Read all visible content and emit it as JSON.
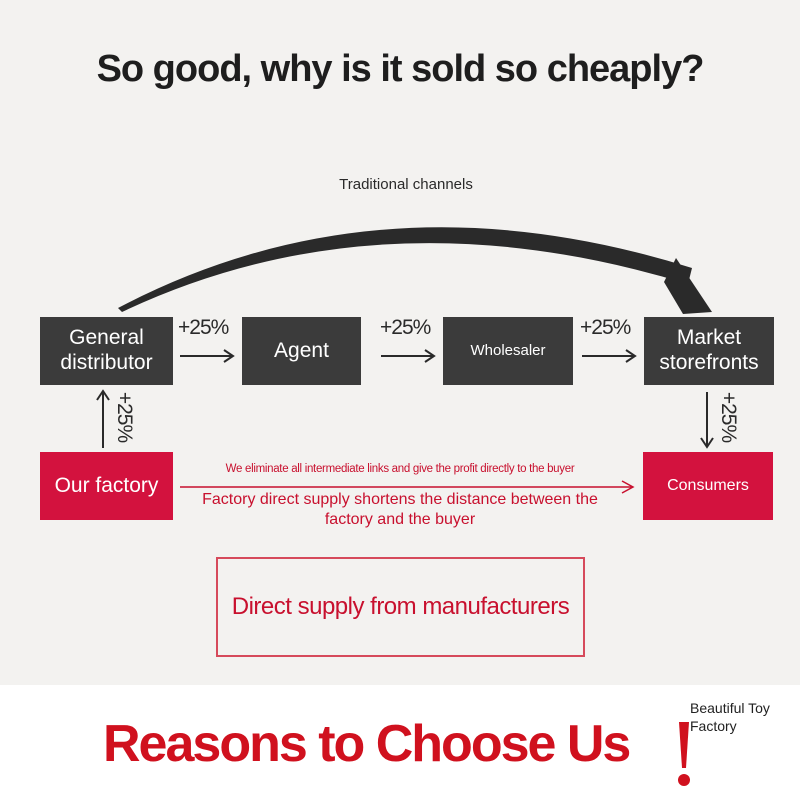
{
  "title": "So good, why is it sold so cheaply?",
  "traditional_label": "Traditional channels",
  "nodes": {
    "general_distributor": "General distributor",
    "agent": "Agent",
    "wholesaler": "Wholesaler",
    "market_storefronts": "Market storefronts",
    "our_factory": "Our factory",
    "consumers": "Consumers"
  },
  "markups": {
    "distributor_to_agent": "+25%",
    "agent_to_wholesaler": "+25%",
    "wholesaler_to_market": "+25%",
    "factory_to_distributor": "+25%",
    "market_to_consumers": "+25%"
  },
  "direct_path": {
    "eliminate_text": "We eliminate all intermediate links and give the profit directly to the buyer",
    "shorten_text": "Factory direct supply shortens the distance between the factory and the buyer"
  },
  "direct_supply_label": "Direct supply from manufacturers",
  "banner": {
    "heading": "Reasons to Choose Us",
    "brand": "Beautiful Toy Factory"
  },
  "colors": {
    "dark_box": "#3b3b3b",
    "red_box": "#d3123e",
    "accent_red": "#c8102e",
    "background": "#f3f2f0"
  }
}
